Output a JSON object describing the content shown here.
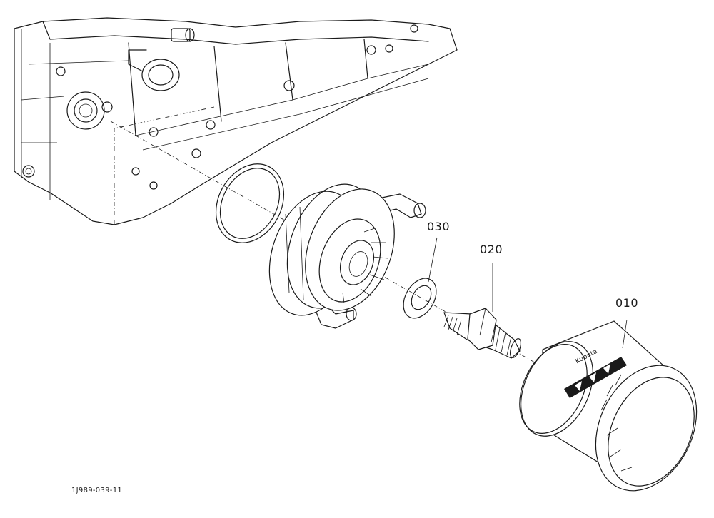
{
  "diagram": {
    "callouts": [
      {
        "id": "030",
        "label": "030",
        "part": "gasket"
      },
      {
        "id": "020",
        "label": "020",
        "part": "threaded-pipe"
      },
      {
        "id": "010",
        "label": "010",
        "part": "oil-filter-cartridge"
      }
    ],
    "filter_brand": "Kubota",
    "figure_code": "1J989-039-11",
    "colors": {
      "line": "#1a1a1a",
      "background": "#ffffff"
    }
  }
}
